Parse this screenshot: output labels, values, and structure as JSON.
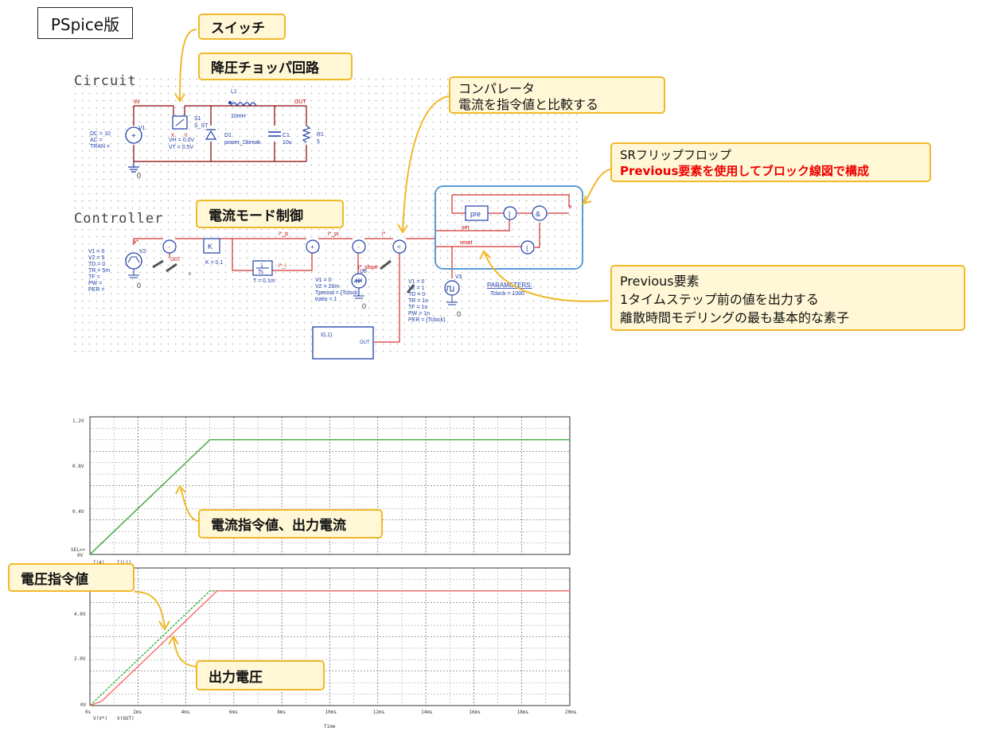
{
  "title": "PSpice版",
  "sections": {
    "circuit": "Circuit",
    "controller": "Controller"
  },
  "callouts": {
    "switch": "スイッチ",
    "buck": "降圧チョッパ回路",
    "comparator_1": "コンパレータ",
    "comparator_2": "電流を指令値と比較する",
    "srff_1": "SRフリップフロップ",
    "srff_2": "Previous要素を使用してブロック線図で構成",
    "current_mode": "電流モード制御",
    "prev_1": "Previous要素",
    "prev_2": "1タイムステップ前の値を出力する",
    "prev_3": "離散時間モデリングの最も基本的な素子",
    "wave_current": "電流指令値、出力電流",
    "wave_vref": "電圧指令値",
    "wave_vout": "出力電圧"
  },
  "circuit": {
    "V1": "V1",
    "V1_params": [
      "DC = 10",
      "AC =",
      "TRAN ="
    ],
    "S1": "S1",
    "S1_model": "S_ST",
    "S1_params": [
      "VH = 0.0V",
      "VT = 0.5V"
    ],
    "L1": "L1",
    "L1_val": "10mH",
    "D1": "D1",
    "D1_model": "power_Dbreak",
    "C1": "C1",
    "C1_val": "10u",
    "R1": "R1",
    "R1_val": "5",
    "net_in": "IN",
    "net_out": "OUT",
    "ground": "0"
  },
  "controller": {
    "V2": "V2",
    "V2_params": [
      "V1 = 0",
      "V2 = 5",
      "TD = 0",
      "TR = 5m",
      "TF =",
      "PW =",
      "PER ="
    ],
    "vstar": "v*",
    "vout_net": "OUT",
    "vnode": "v",
    "K": "K",
    "K_val": "K = 0.1",
    "Ts": "Ts",
    "Ts_one": "1",
    "T_val": "T = 0.1m",
    "ip": "i*_p",
    "ii": "i*_i",
    "ipi": "i*_pi",
    "istar": "i*",
    "islope": "i*_slope",
    "U8": "U8",
    "U8_params": [
      "V1 = 0",
      "V2 = 20m",
      "Tperiod = {Tclock}",
      "tratio = 1"
    ],
    "V3": "V3",
    "V3_params": [
      "V1 = 0",
      "V2 = 1",
      "TD = 0",
      "TR = 1n",
      "TF = 1n",
      "PW = 1n",
      "PER = {Tclock}"
    ],
    "IL1": "I(L1)",
    "IL1_out": "OUT",
    "pre": "pre",
    "or_sym": "|",
    "and_sym": "&",
    "x": "x",
    "set": "set",
    "reset": "reset",
    "params_title": "PARAMETERS:",
    "params_val": "Tclock = 1000"
  },
  "chart_data": [
    {
      "type": "line",
      "series": [
        {
          "name": "I(L1)",
          "x": [
            0,
            5,
            5.3,
            20
          ],
          "y": [
            0,
            1.0,
            1.0,
            1.0
          ],
          "color": "#ff6a6a"
        },
        {
          "name": "I(A)",
          "x": [
            0,
            5,
            20
          ],
          "y": [
            0,
            1.0,
            1.0
          ],
          "color": "#3cb043"
        }
      ],
      "ytick_labels": [
        "0V",
        "0.4V",
        "0.8V",
        "1.2V"
      ],
      "ylim": [
        0,
        1.2
      ],
      "xlim": [
        0,
        20
      ],
      "cursor_label": "SEL>>",
      "grid": true
    },
    {
      "type": "line",
      "series": [
        {
          "name": "V(V*)",
          "x": [
            0,
            5,
            20
          ],
          "y": [
            0,
            5.0,
            5.0
          ],
          "color": "#3cb043"
        },
        {
          "name": "V(OUT)",
          "x": [
            0,
            0.5,
            5.3,
            20
          ],
          "y": [
            0,
            0.2,
            5.0,
            5.0
          ],
          "color": "#ff6a6a"
        }
      ],
      "ytick_labels": [
        "0V",
        "2.0V",
        "4.0V"
      ],
      "xtick_labels": [
        "0s",
        "2ms",
        "4ms",
        "6ms",
        "8ms",
        "10ms",
        "12ms",
        "14ms",
        "16ms",
        "18ms",
        "20ms"
      ],
      "xlabel": "Time",
      "ylim": [
        0,
        6
      ],
      "xlim": [
        0,
        20
      ],
      "grid": true
    }
  ]
}
